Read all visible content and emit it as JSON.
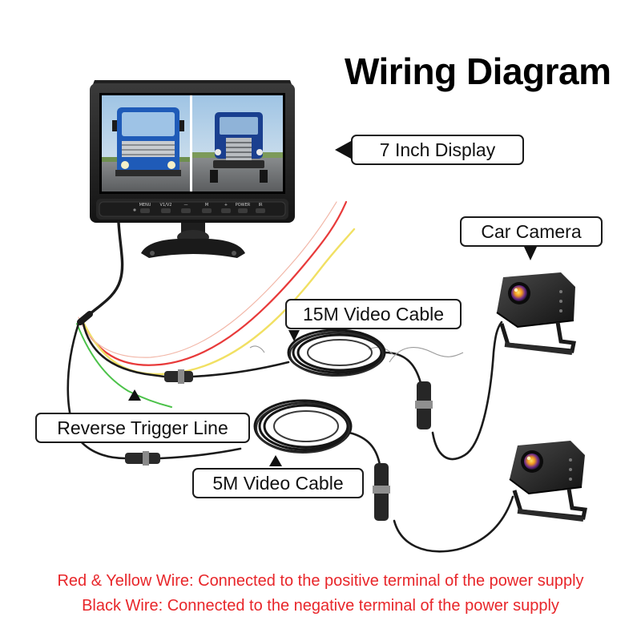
{
  "title": "Wiring Diagram",
  "labels": {
    "display": "7 Inch Display",
    "camera": "Car Camera",
    "cable_15m": "15M Video Cable",
    "reverse": "Reverse Trigger Line",
    "cable_5m": "5M Video Cable"
  },
  "monitor_buttons": [
    "MENU",
    "V1/V2",
    "—",
    "M",
    "+",
    "POWER",
    "IR"
  ],
  "notes": [
    "Red & Yellow Wire: Connected to the positive terminal of the power supply",
    "Black Wire: Connected to the negative terminal of the power supply"
  ],
  "colors": {
    "note_text": "#e8262a",
    "red_wire": "#e83a3a",
    "yellow_wire": "#f1e063",
    "green_wire": "#4cc24a",
    "black_cable": "#1b1b1b",
    "screen_sky": "#b9d3e8",
    "truck_blue": "#1f5bb8"
  },
  "icons": [
    "truck-image",
    "monitor",
    "camera",
    "cable-coil",
    "connector",
    "pointer-triangle"
  ]
}
